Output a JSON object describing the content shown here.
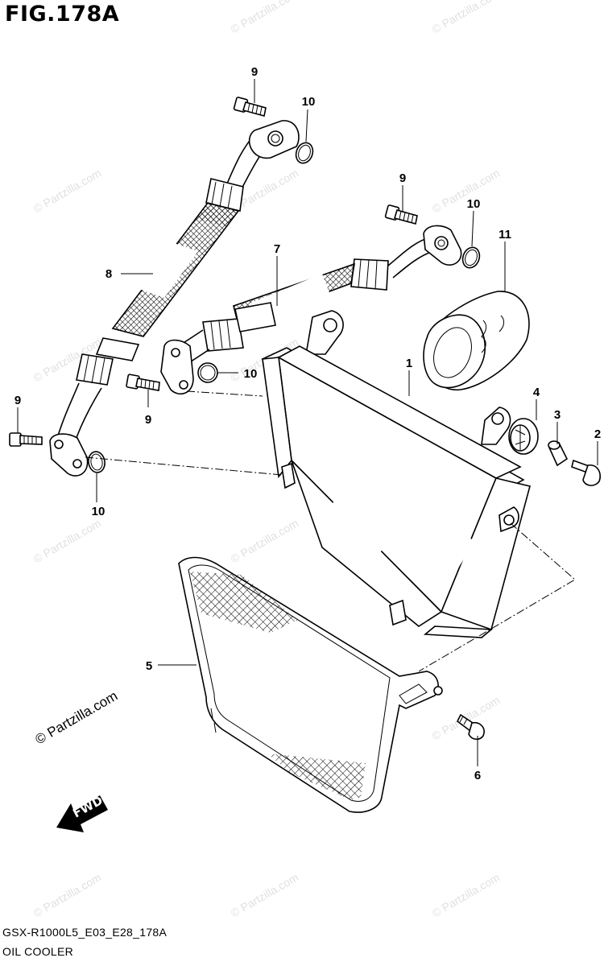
{
  "figure": {
    "title": "FIG.178A",
    "code": "GSX-R1000L5_E03_E28_178A",
    "name": "OIL COOLER",
    "fwd_label": "FWD"
  },
  "watermark": {
    "text": "© Partzilla.com",
    "small_text": "© Partzilla.com"
  },
  "callouts": [
    {
      "id": "1",
      "label": "1"
    },
    {
      "id": "2",
      "label": "2"
    },
    {
      "id": "3",
      "label": "3"
    },
    {
      "id": "4",
      "label": "4"
    },
    {
      "id": "5",
      "label": "5"
    },
    {
      "id": "6",
      "label": "6"
    },
    {
      "id": "7",
      "label": "7"
    },
    {
      "id": "8",
      "label": "8"
    },
    {
      "id": "9a",
      "label": "9"
    },
    {
      "id": "9b",
      "label": "9"
    },
    {
      "id": "9c",
      "label": "9"
    },
    {
      "id": "9d",
      "label": "9"
    },
    {
      "id": "10a",
      "label": "10"
    },
    {
      "id": "10b",
      "label": "10"
    },
    {
      "id": "10c",
      "label": "10"
    },
    {
      "id": "10d",
      "label": "10"
    },
    {
      "id": "11",
      "label": "11"
    }
  ]
}
